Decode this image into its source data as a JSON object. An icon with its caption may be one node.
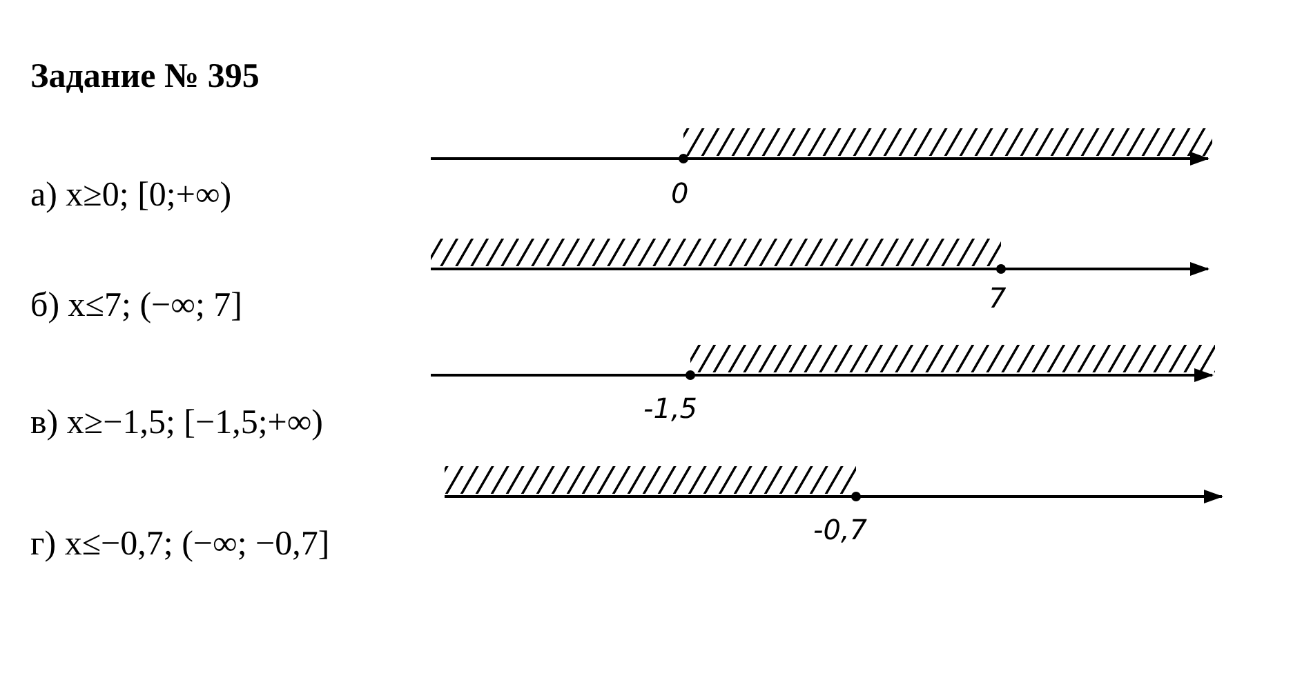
{
  "diagram": {
    "title": "Задание № 395",
    "labels": [
      "а) x≥0; [0;+∞)",
      "0",
      "б) x≤7; (−∞; 7]",
      "7",
      "-1,5",
      "в) x≥−1,5; [−1,5;+∞)",
      "-0,7",
      "г) x≤−0,7; (−∞; −0,7]"
    ]
  }
}
